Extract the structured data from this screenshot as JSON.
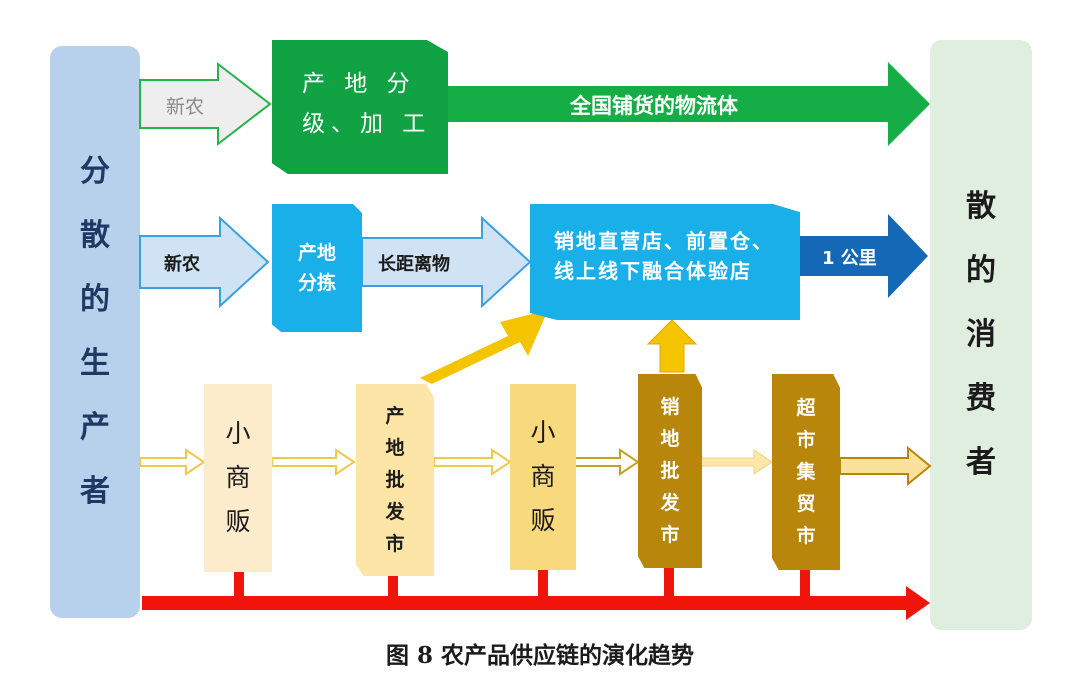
{
  "diagram": {
    "left_box": {
      "chars": [
        "分",
        "散",
        "的",
        "生",
        "产",
        "者"
      ]
    },
    "right_box": {
      "chars": [
        "散",
        "的",
        "消",
        "费",
        "者"
      ]
    },
    "row1": {
      "input_arrow_label": "新农",
      "box_text": "产 地 分 级、加 工",
      "arrow_label": "全国铺货的物流体"
    },
    "row2": {
      "input_arrow_label": "新农",
      "box_text": "产地分拣",
      "mid_arrow_label": "长距离物",
      "store_text": "销地直营店、前置仓、线上线下融合体验店",
      "arrow_label": "1 公里"
    },
    "row3": {
      "boxes": [
        {
          "name": "small-vendor-1",
          "chars": [
            "小",
            "商",
            "贩"
          ]
        },
        {
          "name": "origin-wholesale",
          "chars": [
            "产",
            "地",
            "批",
            "发",
            "市"
          ]
        },
        {
          "name": "small-vendor-2",
          "chars": [
            "小",
            "商",
            "贩"
          ]
        },
        {
          "name": "sales-wholesale",
          "chars": [
            "销",
            "地",
            "批",
            "发",
            "市"
          ]
        },
        {
          "name": "supermarket",
          "chars": [
            "超",
            "市",
            "集",
            "贸",
            "市"
          ]
        }
      ]
    },
    "caption": "图 8 农产品供应链的演化趋势",
    "colors": {
      "green_dark": "#10a243",
      "green_arrow": "#15ad45",
      "blue_box": "#19b0ea",
      "blue_dark": "#1468b5",
      "red": "#f0140a",
      "gold": "#b8860b",
      "yellow": "#f5c400",
      "left_side": "#b7d1ec",
      "right_side": "#dfeede"
    }
  }
}
